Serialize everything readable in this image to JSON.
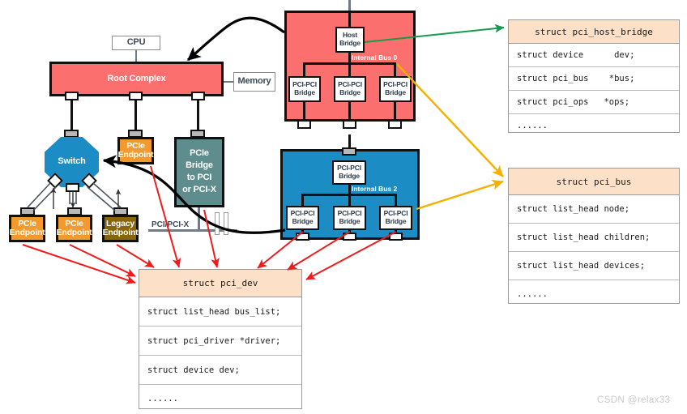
{
  "topology": {
    "cpu": "CPU",
    "memory": "Memory",
    "root_complex": "Root Complex",
    "switch": "Switch",
    "pcie_endpoint_top": "PCIe\nEndpoint",
    "pcie_bridge": "PCIe\nBridge\nto PCI\nor PCI-X",
    "pcie_bridge_lines": [
      "PCIe",
      "Bridge",
      "to PCI",
      "or PCI-X"
    ],
    "endpoints": [
      {
        "label_line1": "PCIe",
        "label_line2": "Endpoint",
        "kind": "pcie"
      },
      {
        "label_line1": "PCIe",
        "label_line2": "Endpoint",
        "kind": "pcie"
      },
      {
        "label_line1": "Legacy",
        "label_line2": "Endpoint",
        "kind": "legacy"
      }
    ],
    "pci_bus_label": "PCI/PCI-X"
  },
  "host_bridge_block": {
    "host_bridge_line1": "Host",
    "host_bridge_line2": "Bridge",
    "internal_bus_label": "Internal Bus 0",
    "ppb_line1": "PCI-PCI",
    "ppb_line2": "Bridge",
    "ppb_count": 3
  },
  "switch_block": {
    "internal_bus_label": "Internal Bus 2",
    "ppb_line1": "PCI-PCI",
    "ppb_line2": "Bridge",
    "upstream_ppb_count": 1,
    "downstream_ppb_count": 3
  },
  "structs": {
    "pci_host_bridge": {
      "title": "struct pci_host_bridge",
      "fields": [
        "struct device      dev;",
        "struct pci_bus    *bus;",
        "struct pci_ops   *ops;",
        "......"
      ]
    },
    "pci_bus": {
      "title": "struct pci_bus",
      "fields": [
        "struct list_head node;",
        "struct list_head children;",
        "struct list_head devices;",
        "......"
      ]
    },
    "pci_dev": {
      "title": "struct pci_dev",
      "fields": [
        "struct list_head bus_list;",
        "struct pci_driver *driver;",
        "struct device dev;",
        "......"
      ]
    }
  },
  "colors": {
    "root_complex": "#fb6f6e",
    "switch": "#1b8dc4",
    "bridge_teal": "#5f8c8c",
    "endpoint_orange": "#f29a2e",
    "legacy_endpoint": "#8a6508",
    "struct_header": "#fde0c8",
    "arrow_red": "#ee1c1c",
    "arrow_orange": "#f5b000",
    "arrow_green": "#179a4e",
    "arrow_black": "#000000"
  },
  "watermark": "CSDN @relax33"
}
